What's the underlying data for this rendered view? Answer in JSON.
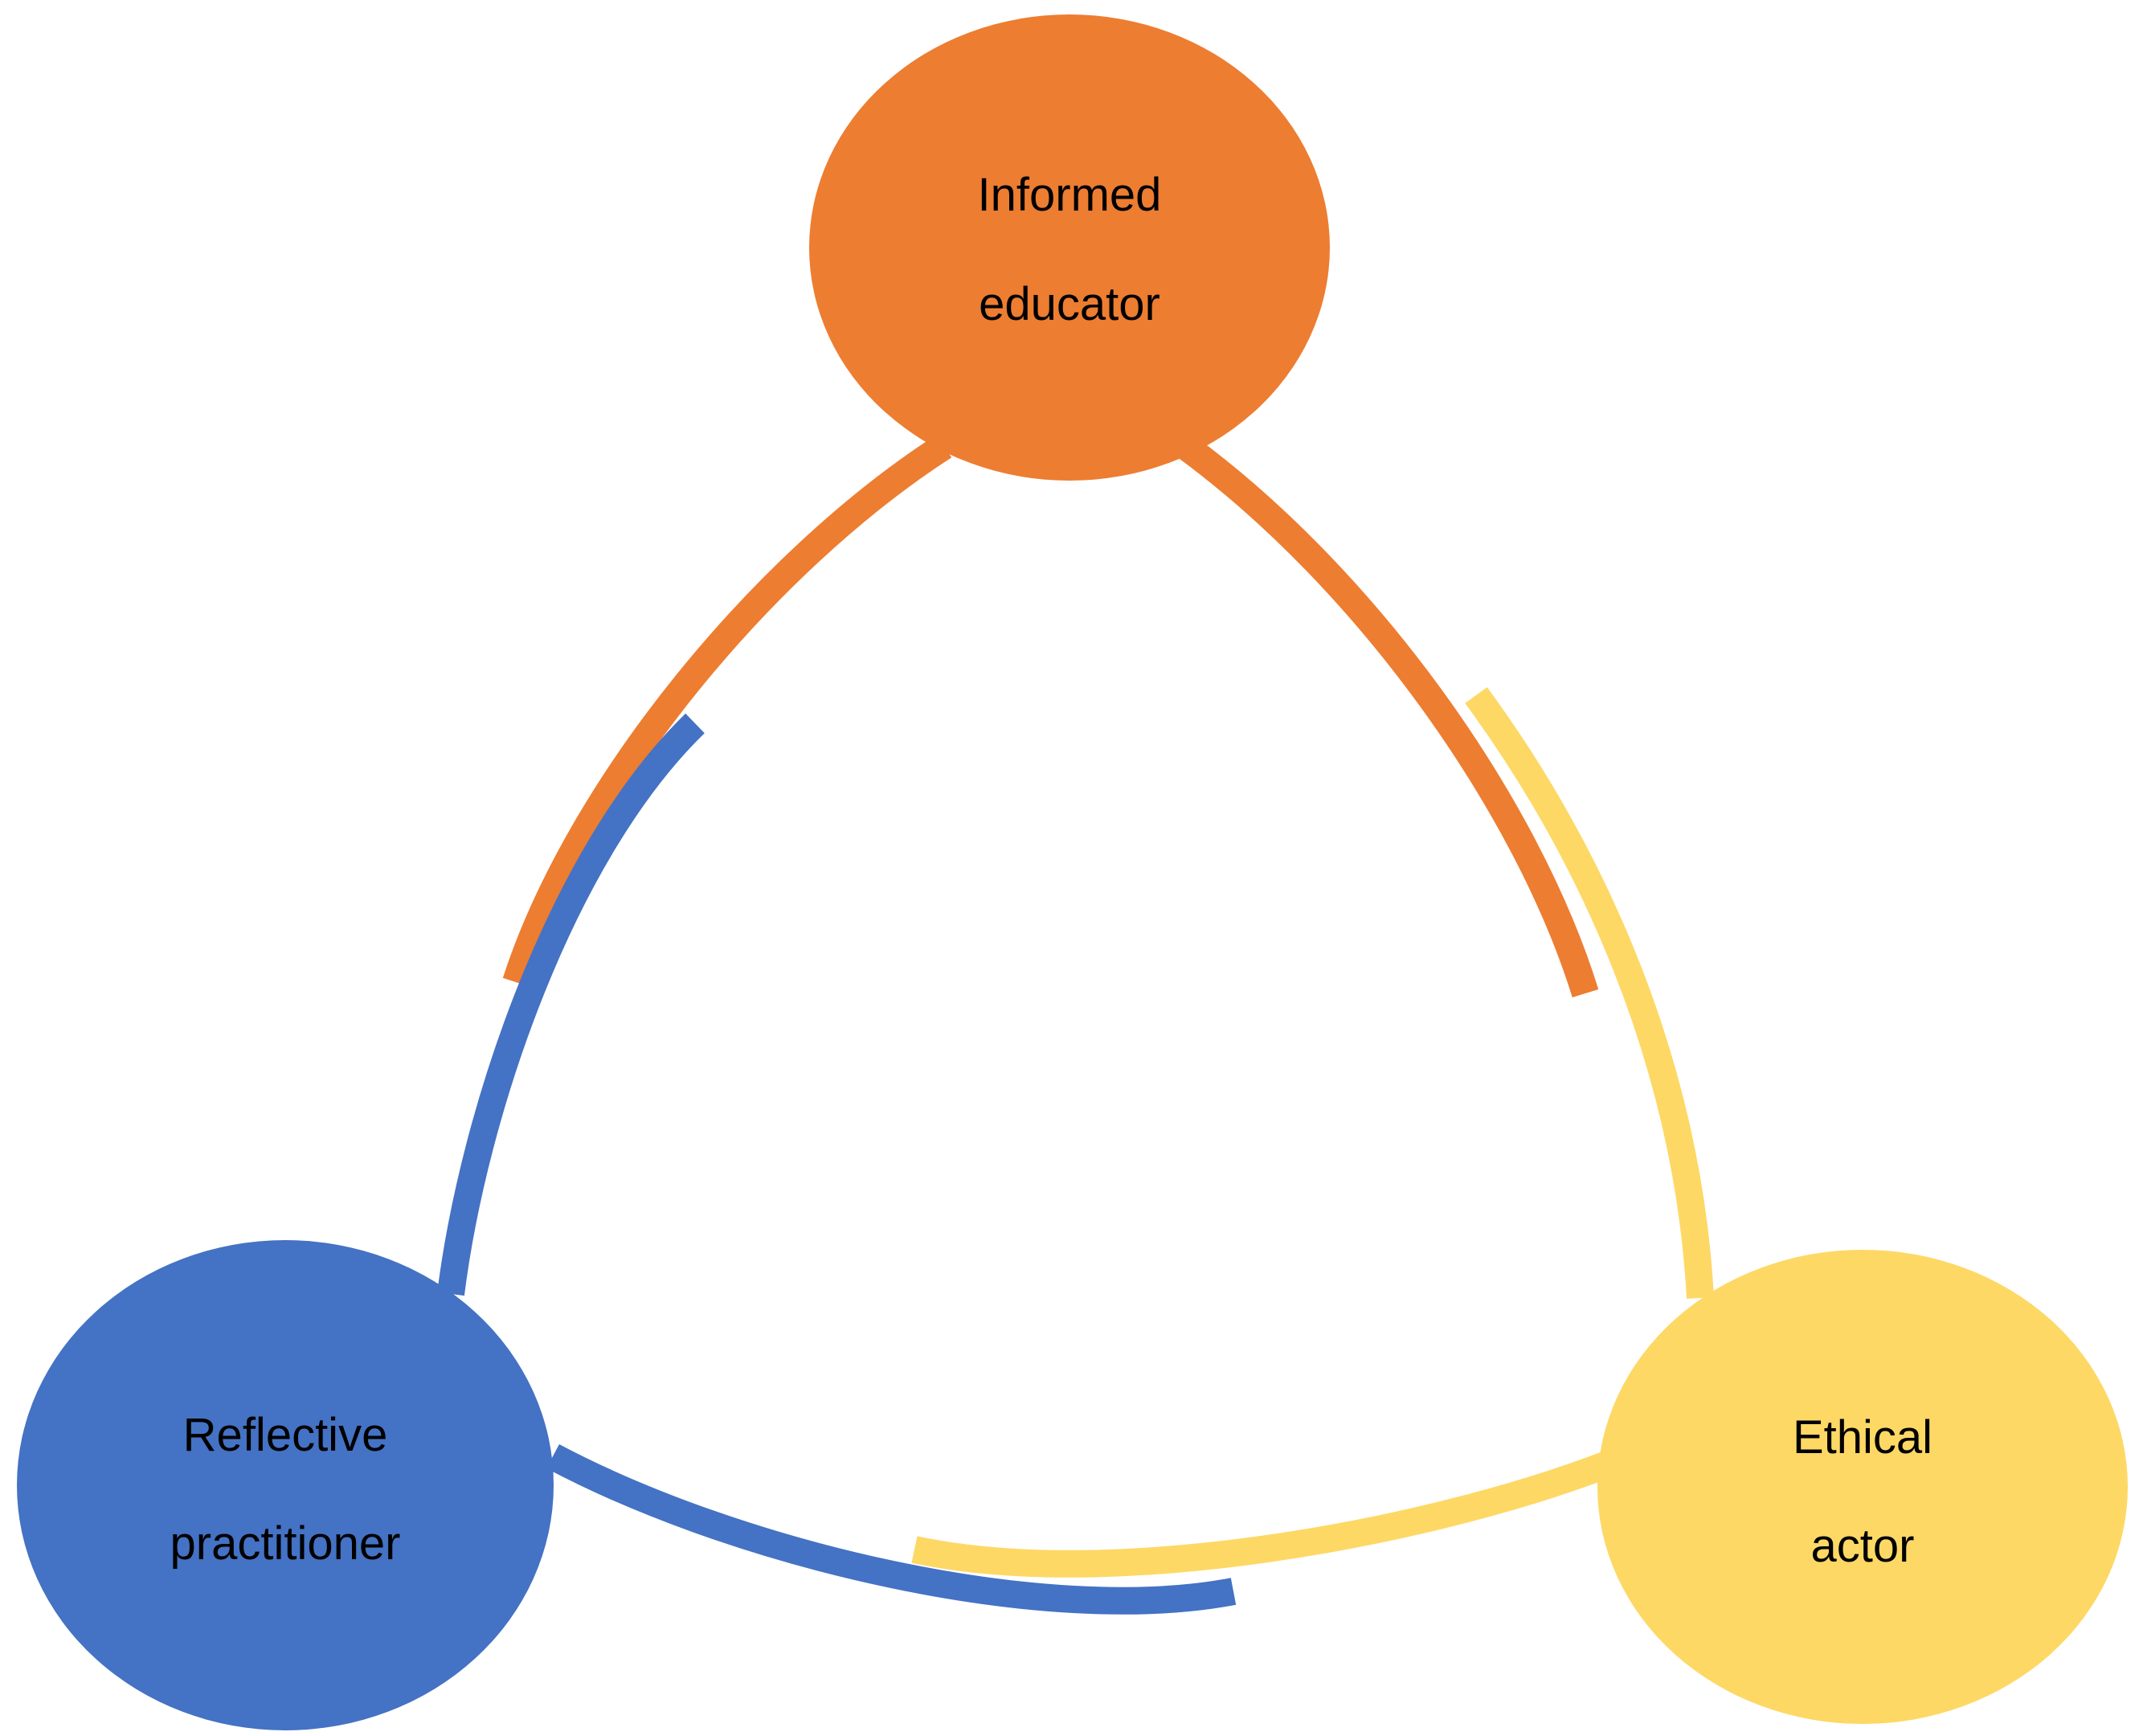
{
  "colors": {
    "orange": "#ED7D31",
    "blue": "#4472C4",
    "yellow": "#FDD865",
    "background": "#FFFFFF",
    "text": "#000000"
  },
  "nodes": {
    "top": {
      "line1": "Informed",
      "line2": "educator",
      "color": "#ED7D31"
    },
    "left": {
      "line1": "Reflective",
      "line2": "practitioner",
      "color": "#4472C4"
    },
    "right": {
      "line1": "Ethical",
      "line2": "actor",
      "color": "#FDD865"
    }
  }
}
